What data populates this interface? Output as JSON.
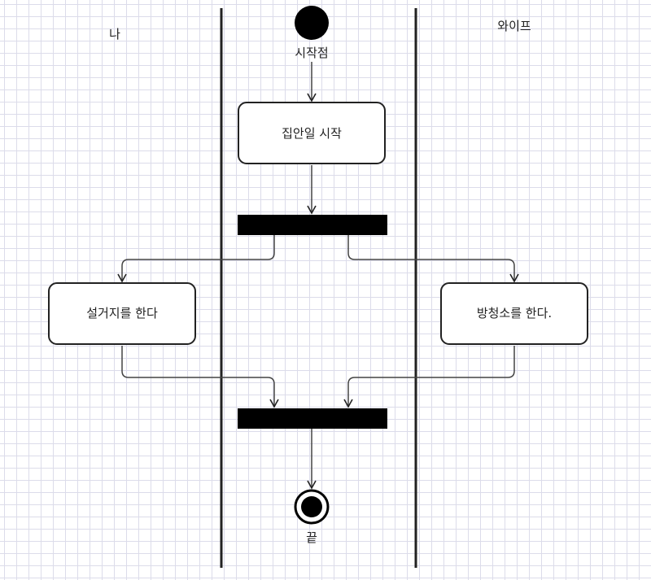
{
  "lanes": [
    {
      "name": "나"
    },
    {
      "name": ""
    },
    {
      "name": "와이프"
    }
  ],
  "nodes": {
    "start": {
      "label": "시작점"
    },
    "begin_chores": {
      "label": "집안일 시작"
    },
    "dishes": {
      "label": "설거지를 한다"
    },
    "cleaning": {
      "label": "방청소를 한다."
    },
    "end": {
      "label": "끝"
    }
  },
  "colors": {
    "stroke": "#222222",
    "fill": "#000000",
    "grid": "#dcdcea"
  }
}
